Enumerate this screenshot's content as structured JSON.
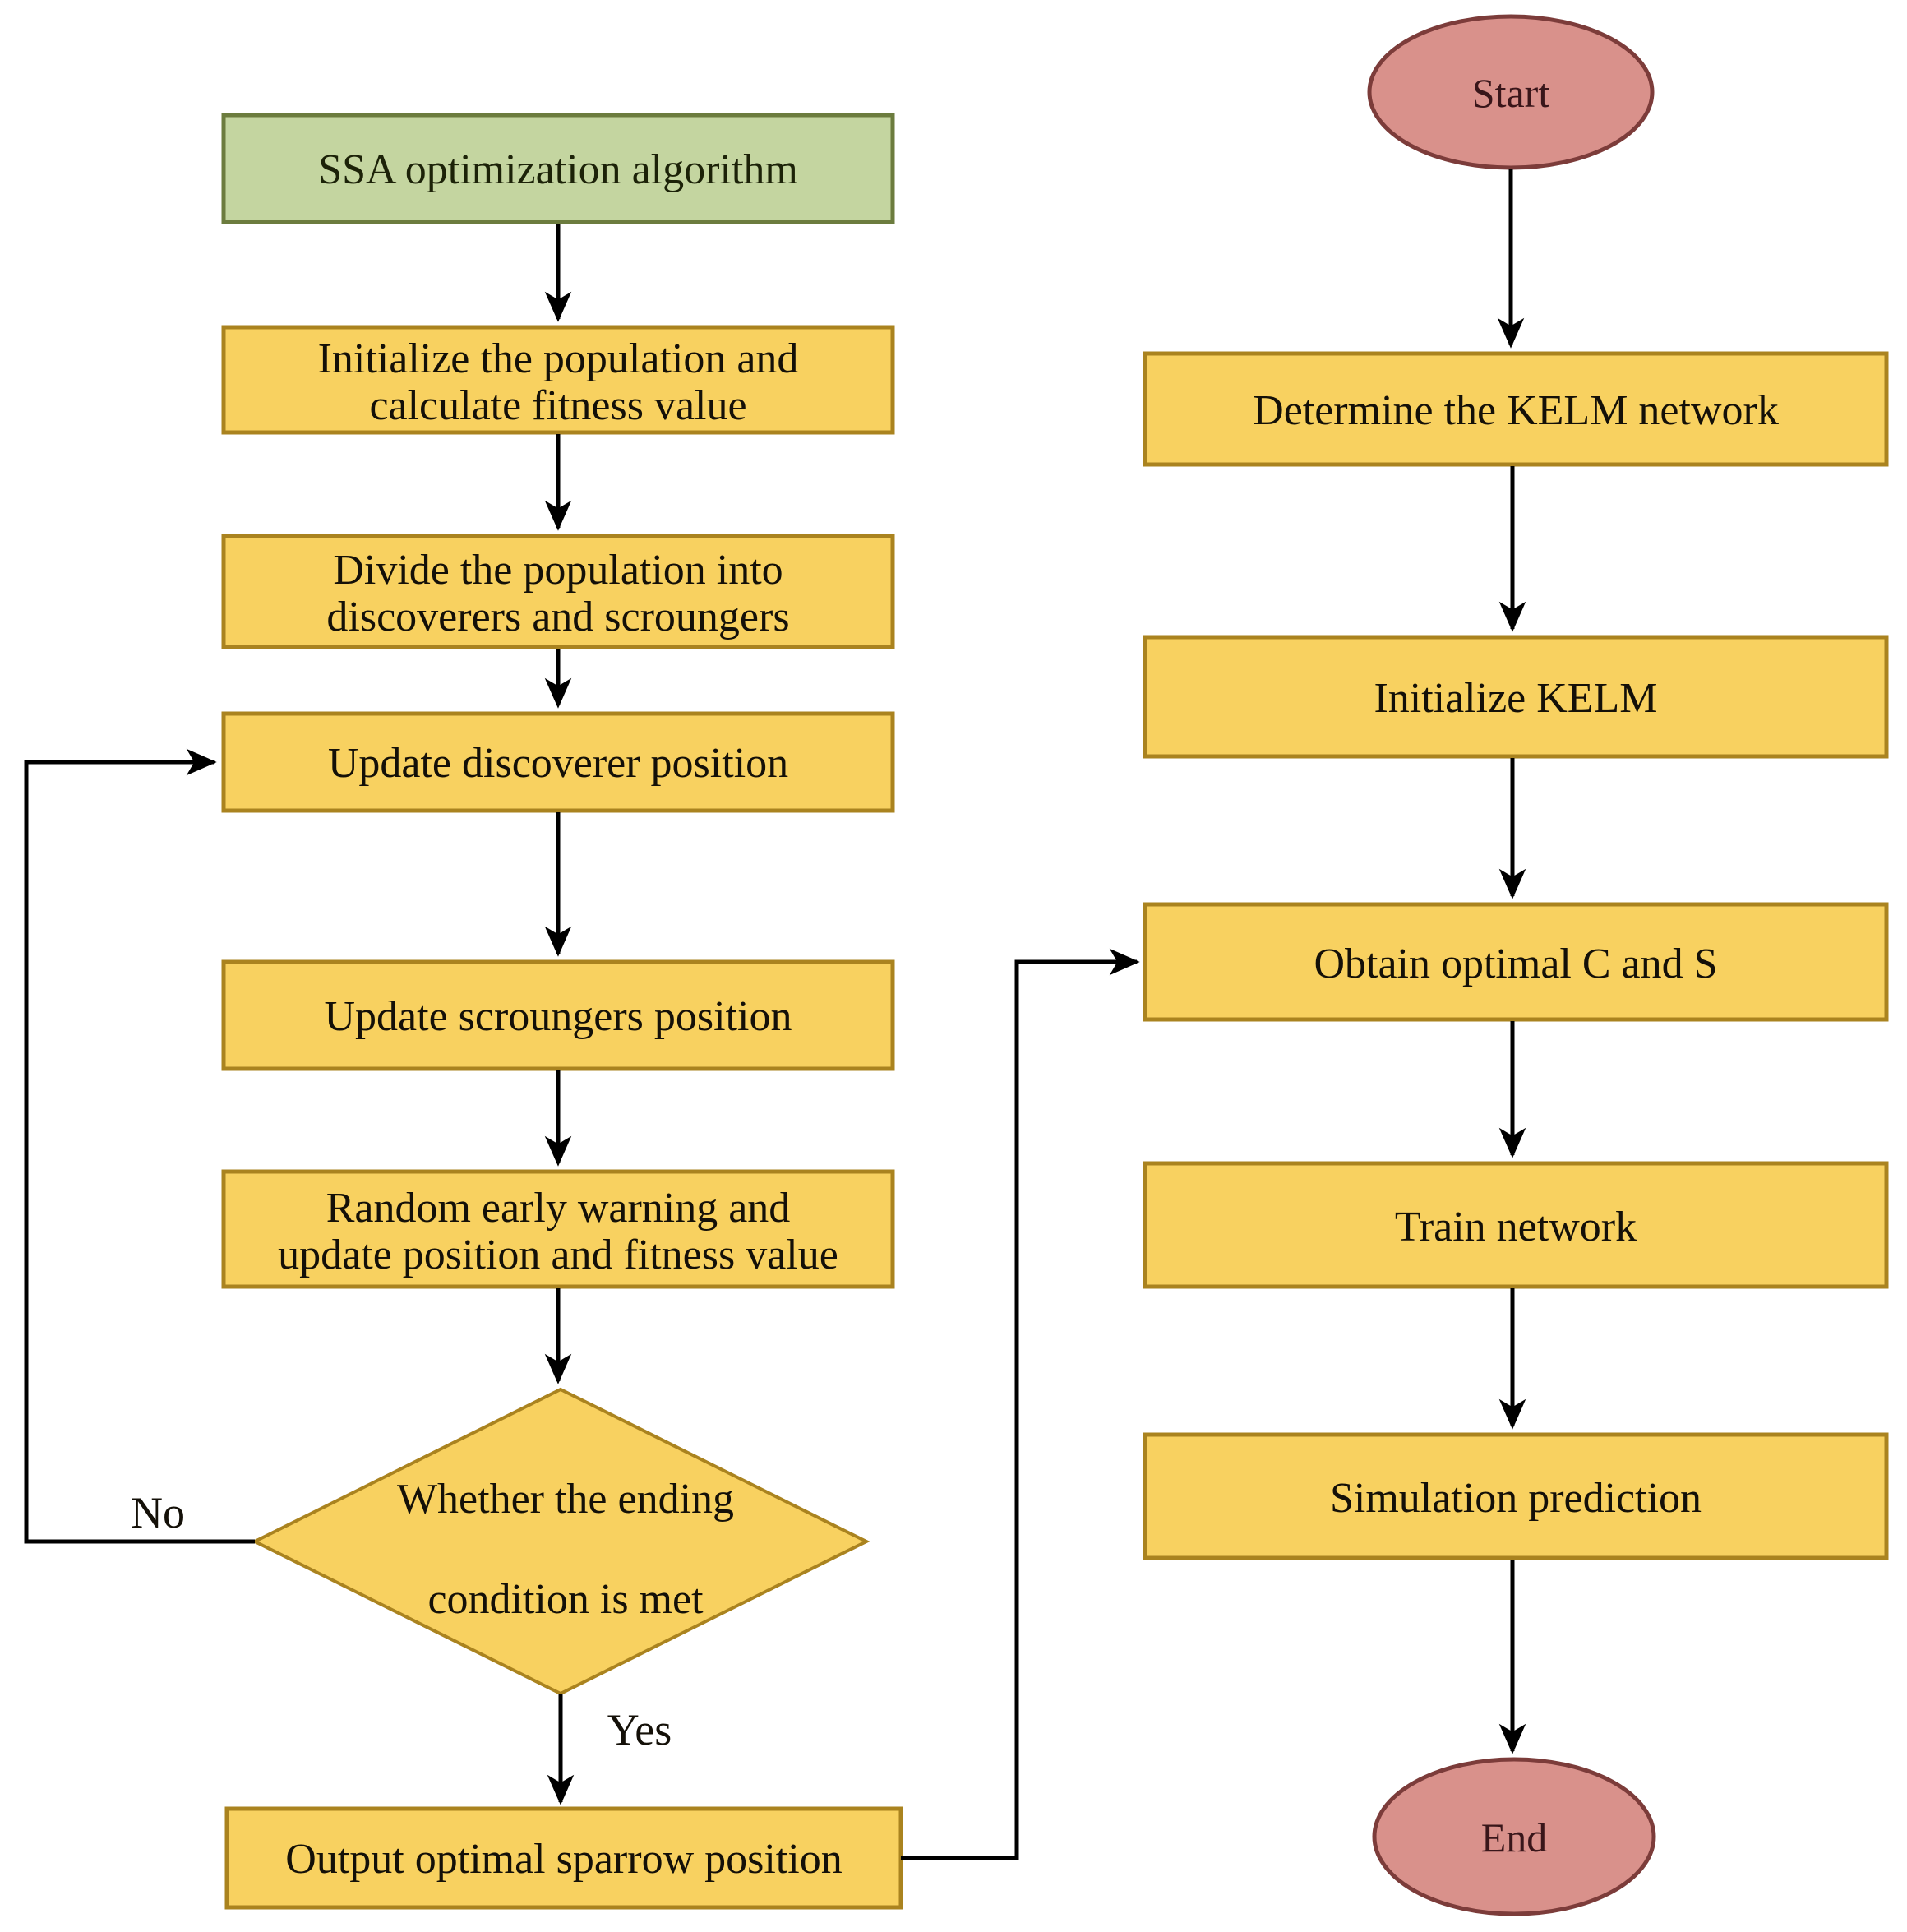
{
  "figure": {
    "background": "#ffffff",
    "colors": {
      "process_fill": "#f8d160",
      "process_border": "#aa831f",
      "title_fill": "#c4d5a0",
      "title_border": "#6c7c3e",
      "terminal_fill": "#d9918b",
      "terminal_border": "#7c3c3a",
      "arrow": "#000000"
    },
    "left_flow": {
      "title": "SSA optimization algorithm",
      "steps": [
        {
          "lines": [
            "Initialize the population and",
            "calculate fitness value"
          ]
        },
        {
          "lines": [
            "Divide the population into",
            "discoverers and scroungers"
          ]
        },
        {
          "lines": [
            "Update discoverer position"
          ]
        },
        {
          "lines": [
            "Update scroungers  position"
          ]
        },
        {
          "lines": [
            "Random early warning and",
            "update position and fitness value"
          ]
        }
      ],
      "decision": {
        "lines": [
          "Whether the ending",
          "condition is met"
        ]
      },
      "branch_labels": {
        "no": "No",
        "yes": "Yes"
      },
      "output": "Output optimal sparrow position"
    },
    "right_flow": {
      "start": "Start",
      "steps": [
        "Determine the KELM network",
        "Initialize KELM",
        "Obtain optimal C and S",
        "Train network",
        "Simulation prediction"
      ],
      "end": "End"
    }
  }
}
